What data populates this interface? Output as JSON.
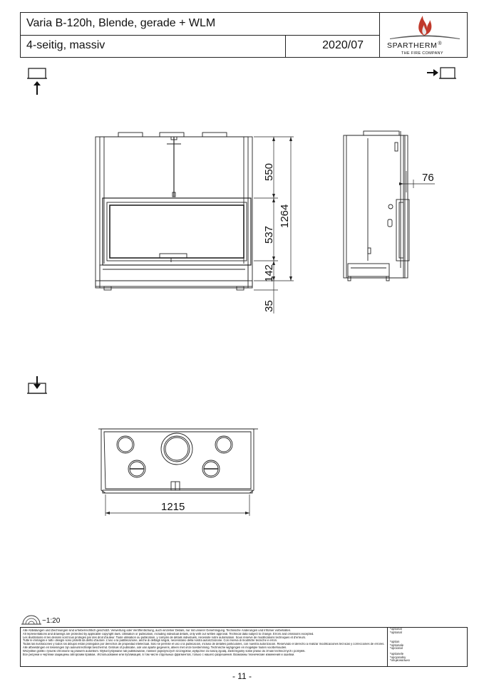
{
  "title_block": {
    "product_name": "Varia B-120h, Blende, gerade + WLM",
    "variant": "4-seitig, massiv",
    "date": "2020/07",
    "brand": "SPARTHERM",
    "brand_mark": "®",
    "brand_tagline": "THE FIRE COMPANY"
  },
  "front_view": {
    "dimensions": [
      "550",
      "537",
      "142",
      "35",
      "1264"
    ]
  },
  "side_view": {
    "dimensions": [
      "76"
    ]
  },
  "top_view": {
    "dimensions": [
      "1215"
    ]
  },
  "scale": "~1:20",
  "disclaimer": [
    "Alle Abbildungen und Zeichnungen sind urheberrechtlich geschützt. Verwertung oder Veröffentlichung, auch einzelner Details, nur mit unserer Genehmigung. Technische Änderungen und Irrtümer vorbehalten.",
    "All representations and drawings are protected by applicable copyright laws. Utilisation or publication, including individual details, only with our written approval. Technical data subject to change. Errors and omissions excepted.",
    "Les illustrations et les dessins sont tous protégés par des droit d'auteur. Toute utilisation ou publication, y compris de détails individuels, nécessite notre autorisation. Sous réserve de modifications techniques et d'erreurs.",
    "Tutte le immagini e tutti i disegni sono protetti da diritto d'autore. L'uso o la pubblicazione, anche di dettagli singoli, necessitano della nostra autorizzazione. Con riserva di modifiche tecniche e errori.",
    "Todas las ilustraciones y todos los dibujos están protegidos por derechos de propiedad intelectual. Solo se permite el uso o la publicación, incluso de detalles particulares, con nuestra autorización. Reservado el derecho a realizar modificaciones técnicas y correcciones de errores.",
    "Alle afbeeldingen en tekeningen zijn auteursrechtelijk beschermd. Gebruik of publicatie, ook van aparte gegevens, alleen met onze toestemming. Technische wijzigingen en mogelijke fouten voorbehouden.",
    "Wszystkie grafiki i rysunki chronione są prawem autorskim. Wykorzystywanie lub publikowanie, również pojedynczych szczegółów, wyłącznie za naszą zgodą. Zastrzegamy sobie prawo do zmian technicznych i pomyłek.",
    "Все рисунки и чертежи защищены авторским правом.. Использование или публикация, в том числе отдельных фрагментов, только с нашего разрешения. Возможны технические изменения и ошибки."
  ],
  "optional_labels": [
    "*optional",
    "*optional",
    "*option",
    "*optionale",
    "*opcional",
    "*optionele",
    "*opcjonalny",
    "*опционально"
  ],
  "page_number": "- 11 -"
}
